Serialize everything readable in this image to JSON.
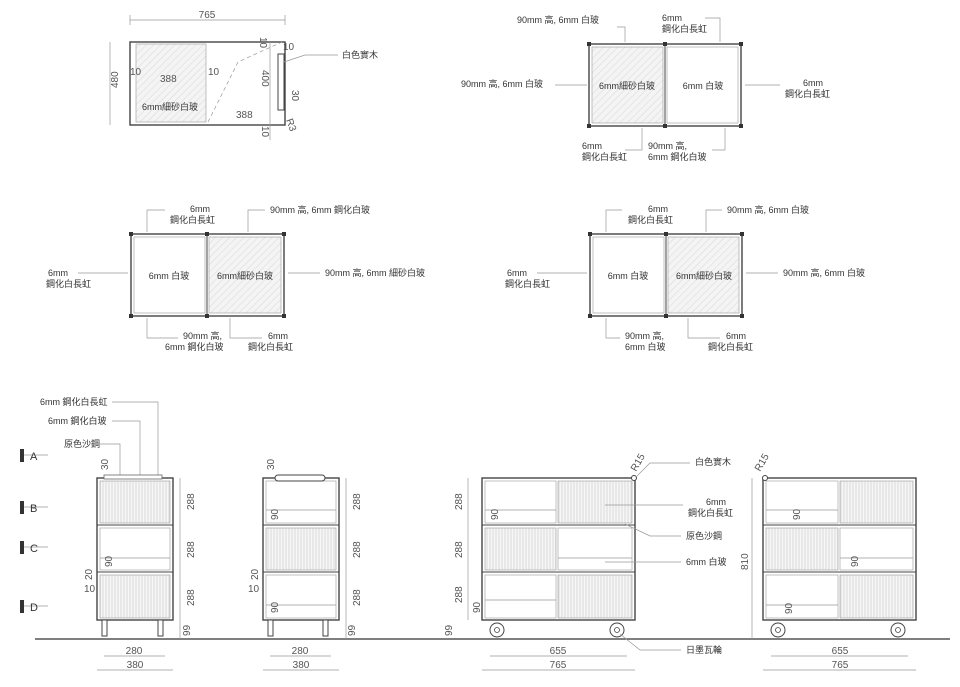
{
  "plan_detail": {
    "width_label": "765",
    "depth_label": "480",
    "left_pane_label": "388",
    "right_pane_label": "388",
    "gap_left": "10",
    "gap_mid": "10",
    "top_dim": "10",
    "side_dim": "400",
    "bottom_dim": "10",
    "handle_gap": "10",
    "handle_len": "30",
    "radius": "R3",
    "glass_label": "6mm細砂白玻",
    "handle_label": "白色實木"
  },
  "plan_a": {
    "top_left_note": "90mm 高, 6mm 白玻",
    "top_right_note_1": "6mm",
    "top_right_note_2": "鋼化白長虹",
    "left_note": "90mm 高, 6mm 白玻",
    "right_note_1": "6mm",
    "right_note_2": "鋼化白長虹",
    "bottom_left_note_1": "6mm",
    "bottom_left_note_2": "鋼化白長虹",
    "bottom_right_note_1": "90mm 高,",
    "bottom_right_note_2": "6mm 鋼化白玻",
    "pane_left": "6mm細砂白玻",
    "pane_right": "6mm 白玻"
  },
  "plan_b": {
    "top_left_note_1": "6mm",
    "top_left_note_2": "鋼化白長虹",
    "top_right_note": "90mm 高, 6mm 鋼化白玻",
    "left_note_1": "6mm",
    "left_note_2": "鋼化白長虹",
    "right_note": "90mm 高, 6mm 細砂白玻",
    "bottom_left_note_1": "90mm 高,",
    "bottom_left_note_2": "6mm 鋼化白玻",
    "bottom_right_note_1": "6mm",
    "bottom_right_note_2": "鋼化白長虹",
    "pane_left": "6mm 白玻",
    "pane_right": "6mm細砂白玻"
  },
  "plan_c": {
    "top_left_note_1": "6mm",
    "top_left_note_2": "鋼化白長虹",
    "top_right_note": "90mm 高, 6mm 白玻",
    "left_note_1": "6mm",
    "left_note_2": "鋼化白長虹",
    "right_note": "90mm 高, 6mm 白玻",
    "bottom_left_note_1": "90mm 高,",
    "bottom_left_note_2": "6mm 白玻",
    "bottom_right_note_1": "6mm",
    "bottom_right_note_2": "鋼化白長虹",
    "pane_left": "6mm 白玻",
    "pane_right": "6mm細砂白玻"
  },
  "elevation_notes": {
    "note_1": "6mm 鋼化白長虹",
    "note_2": "6mm 鋼化白玻",
    "note_3": "原色沙鋼",
    "handle": "白色實木",
    "radius_1": "R15",
    "radius_2": "R15",
    "fluted_1": "6mm",
    "fluted_2": "鋼化白長虹",
    "steel": "原色沙鋼",
    "clear": "6mm 白玻",
    "castor": "日墨瓦輪"
  },
  "sections": [
    "A",
    "B",
    "C",
    "D"
  ],
  "dims": {
    "height_tier": "288",
    "top_gap": "30",
    "shelf": "90",
    "d20": "20",
    "d10": "10",
    "leg": "99",
    "total_height": "810",
    "side_inner": "280",
    "side_total": "380",
    "front_inner": "655",
    "front_total": "765"
  }
}
